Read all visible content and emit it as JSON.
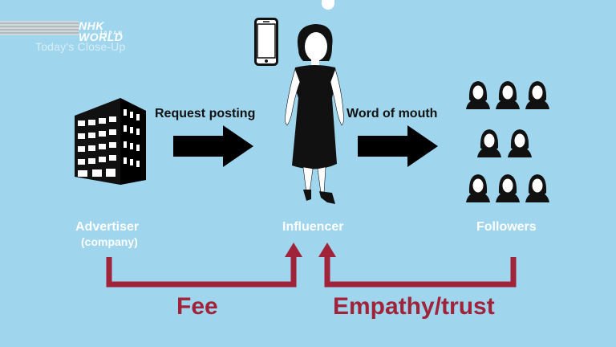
{
  "broadcaster": {
    "logo_primary": "NHK WORLD",
    "logo_secondary": "JAPAN",
    "program_title": "Today's Close-Up"
  },
  "diagram": {
    "arrow_left_label": "Request posting",
    "arrow_right_label": "Word of mouth",
    "advertiser_label": "Advertiser",
    "advertiser_sublabel": "(company)",
    "influencer_label": "Influencer",
    "followers_label": "Followers",
    "fee_label": "Fee",
    "trust_label": "Empathy/trust"
  },
  "colors": {
    "background": "#9fd6ee",
    "accent_red": "#a0233a",
    "icon_black": "#111111",
    "text_white": "#ffffff"
  },
  "icons": [
    "office-building-icon",
    "smartphone-icon",
    "influencer-woman-icon",
    "followers-group-icon"
  ]
}
